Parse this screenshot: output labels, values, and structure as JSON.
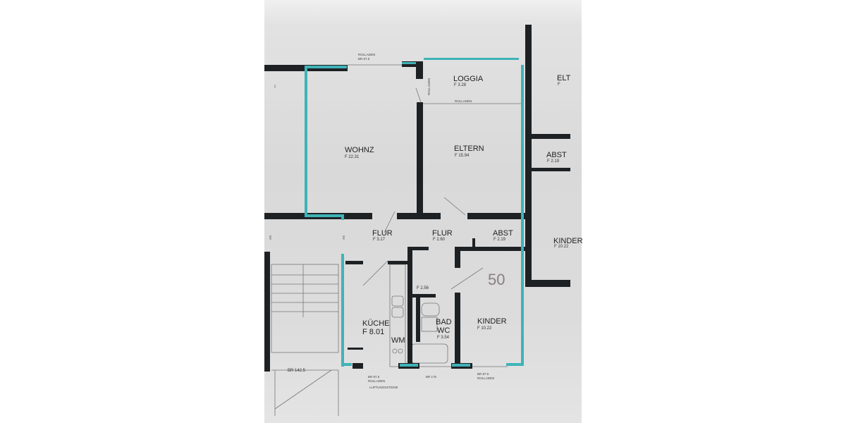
{
  "rooms": {
    "wohnz": {
      "name": "WOHNZ",
      "area": "F 22.31"
    },
    "eltern": {
      "name": "ELTERN",
      "area": "F 15.94"
    },
    "loggia": {
      "name": "LOGGIA",
      "area": "F 3.28"
    },
    "flur1": {
      "name": "FLUR",
      "area": "F 3.17"
    },
    "flur2": {
      "name": "FLUR",
      "area": "F 2.60"
    },
    "abst": {
      "name": "ABST",
      "area": "F 2.19"
    },
    "flur3": {
      "area": "F 2.56"
    },
    "kueche": {
      "name": "KÜCHE",
      "area": "F 8.01"
    },
    "wm": {
      "name": "WM"
    },
    "bad": {
      "name": "BAD",
      "name2": "WC",
      "area": "F 3.54"
    },
    "kinder": {
      "name": "KINDER",
      "area": "F 10.22"
    },
    "neighbor_abst": {
      "name": "ABST",
      "area": "F 2.19"
    },
    "neighbor_kinder": {
      "name": "KINDER",
      "area": "F 10.22"
    },
    "neighbor_eltern": {
      "name": "ELT",
      "area": "F"
    }
  },
  "unit_number": "50",
  "annotations": {
    "rolladen_top": "ROLLADEN",
    "br_top": "BR 87.5",
    "rolladen_loggia": "ROLLADEN",
    "rolladen_side": "ROLLADEN",
    "br_1425": "BR 142.5",
    "br_875_left": "BR 87.5",
    "rolladen_bottom_left": "ROLLADEN",
    "br_175": "BR 175",
    "br_875_right": "BR 87.5",
    "rolladen_bottom_right": "ROLLADEN",
    "lueftung": "LUFTUNGSSTEINE",
    "as1": "AS",
    "as2": "AS"
  },
  "colors": {
    "wall": "#1e2124",
    "highlight": "#3fb3b8",
    "paper": "#d9d9d9"
  }
}
